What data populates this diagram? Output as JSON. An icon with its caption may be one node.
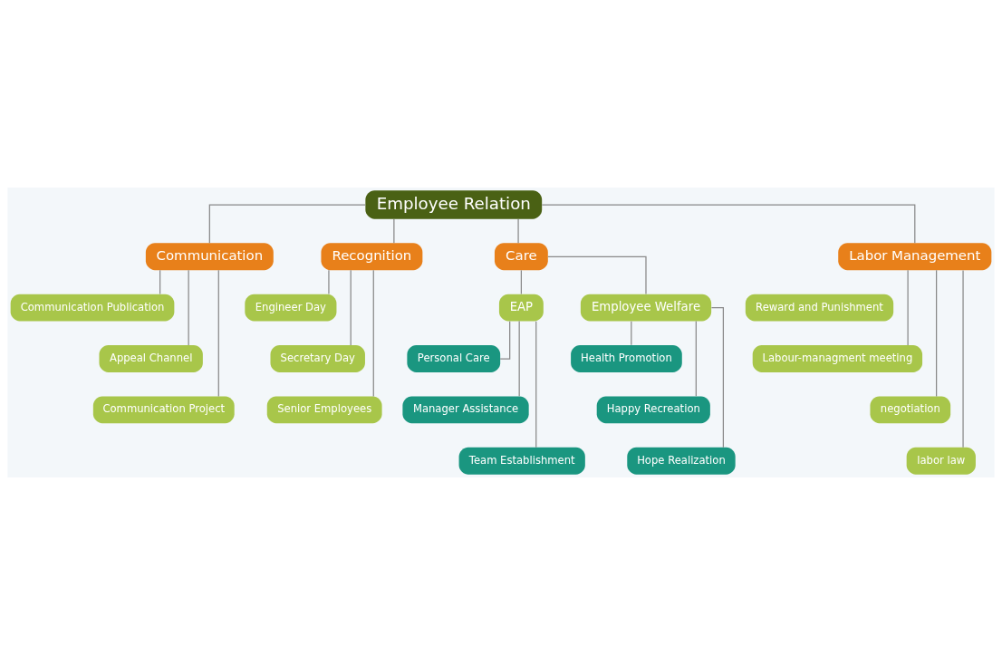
{
  "diagram": {
    "nodes": [
      {
        "text": [
          "Employee Relation"
        ]
      },
      {
        "text": [
          "Communication"
        ]
      },
      {
        "text": [
          "Recognition"
        ]
      },
      {
        "text": [
          "Care"
        ]
      },
      {
        "text": [
          "Labor Management"
        ]
      },
      {
        "text": [
          "Communication Publication"
        ]
      },
      {
        "text": [
          "Appeal Channel"
        ]
      },
      {
        "text": [
          "Communication Project"
        ]
      },
      {
        "text": [
          "Engineer Day"
        ]
      },
      {
        "text": [
          "Secretary Day"
        ]
      },
      {
        "text": [
          "Senior Employees"
        ]
      },
      {
        "text": [
          "EAP"
        ]
      },
      {
        "text": [
          "Employee Welfare"
        ]
      },
      {
        "text": [
          "Personal Care"
        ]
      },
      {
        "text": [
          "Manager Assistance"
        ]
      },
      {
        "text": [
          "Team Establishment"
        ]
      },
      {
        "text": [
          "Health Promotion"
        ]
      },
      {
        "text": [
          "Happy Recreation"
        ]
      },
      {
        "text": [
          "Hope Realization"
        ]
      },
      {
        "text": [
          "Reward and Punishment"
        ]
      },
      {
        "text": [
          "Labour-managment meeting"
        ]
      },
      {
        "text": [
          "negotiation"
        ]
      },
      {
        "text": [
          "labor law"
        ]
      }
    ],
    "edges": [
      {
        "from": 0,
        "to": 1,
        "arrow": "none"
      },
      {
        "from": 0,
        "to": 2,
        "arrow": "none"
      },
      {
        "from": 0,
        "to": 3,
        "arrow": "none"
      },
      {
        "from": 0,
        "to": 4,
        "arrow": "none"
      },
      {
        "from": 1,
        "to": 5,
        "arrow": "none"
      },
      {
        "from": 1,
        "to": 6,
        "arrow": "none"
      },
      {
        "from": 1,
        "to": 7,
        "arrow": "none"
      },
      {
        "from": 2,
        "to": 8,
        "arrow": "none"
      },
      {
        "from": 2,
        "to": 9,
        "arrow": "none"
      },
      {
        "from": 2,
        "to": 10,
        "arrow": "none"
      },
      {
        "from": 3,
        "to": 11,
        "arrow": "none"
      },
      {
        "from": 3,
        "to": 12,
        "arrow": "none"
      },
      {
        "from": 11,
        "to": 13,
        "arrow": "none"
      },
      {
        "from": 11,
        "to": 14,
        "arrow": "none"
      },
      {
        "from": 11,
        "to": 15,
        "arrow": "none"
      },
      {
        "from": 12,
        "to": 16,
        "arrow": "none"
      },
      {
        "from": 12,
        "to": 17,
        "arrow": "none"
      },
      {
        "from": 12,
        "to": 18,
        "arrow": "none"
      },
      {
        "from": 4,
        "to": 20,
        "arrow": "none"
      },
      {
        "from": 4,
        "to": 21,
        "arrow": "none"
      },
      {
        "from": 4,
        "to": 22,
        "arrow": "none"
      }
    ]
  }
}
